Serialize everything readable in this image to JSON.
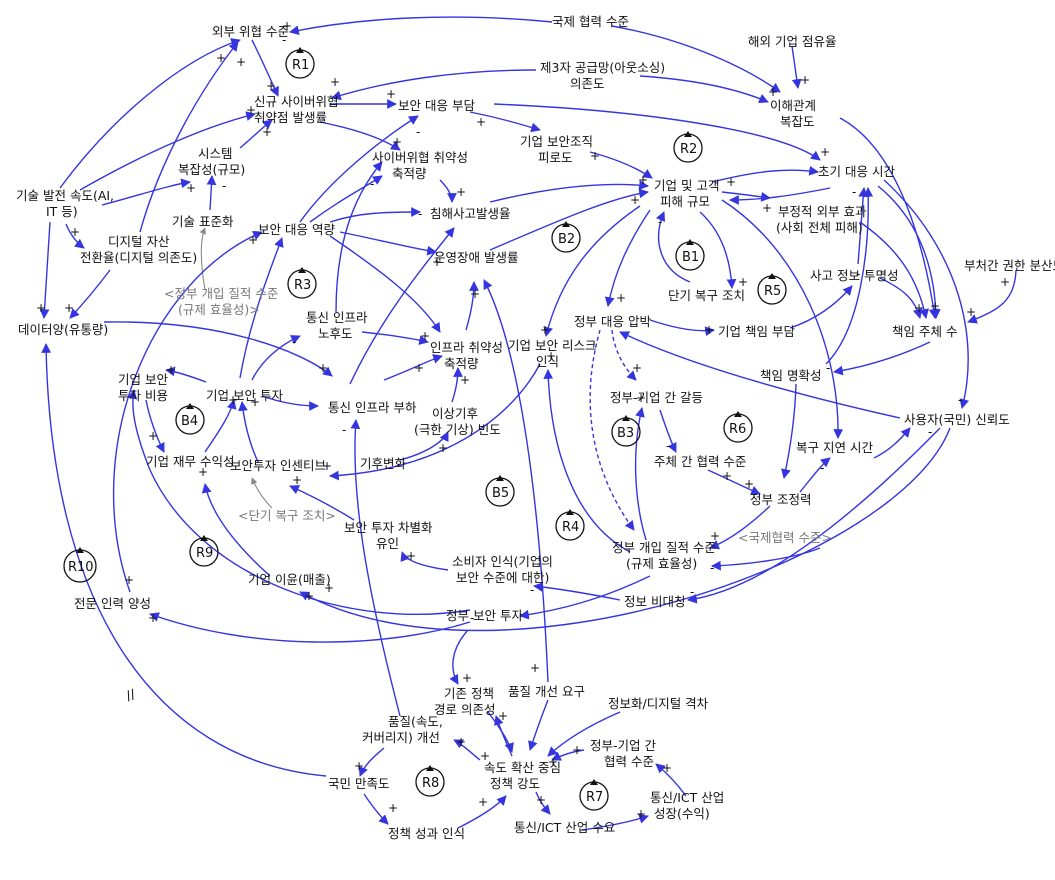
{
  "nodes": {
    "n1": "외부 위협 수준",
    "n2": "국제 협력 수준",
    "n3": "해외 기업 점유율",
    "n4": "제3자 공급망(아웃소싱)",
    "n4b": "의존도",
    "n5": "이해관계",
    "n5b": "복잡도",
    "n6": "신규 사이버위협",
    "n6b": "취약점 발생률",
    "n7": "보안 대응 부담",
    "n8": "기업 보안조직",
    "n8b": "피로도",
    "n9": "시스템",
    "n9b": "복잡성(규모)",
    "n10": "사이버위협 취약성",
    "n10b": "축적량",
    "n11": "초기 대응 시간",
    "n12": "기업 및 고객",
    "n12b": "피해 규모",
    "n13": "부정적 외부 효과",
    "n13b": "(사회 전체 피해)",
    "n14": "기술 발전 속도(AI,",
    "n14b": "IT 등)",
    "n15": "기술 표준화",
    "n16": "디지털 자산",
    "n16b": "전환율(디지털 의존도)",
    "n17": "보안 대응 역량",
    "n18": "침해사고발생율",
    "n19": "운영장애 발생률",
    "n20": "<정부 개입 질적 수준",
    "n20b": "(규제 효율성)>",
    "n21": "사고 정보 투명성",
    "n22": "부처간 권한 분산도",
    "n23": "데이터양(유통량)",
    "n24": "통신 인프라",
    "n24b": "노후도",
    "n25": "인프라 취약성",
    "n25b": "축적량",
    "n26": "기업 보안 리스크",
    "n26b": "인식",
    "n27": "정부 대응 압박",
    "n28": "단기 복구 조치",
    "n29": "기업 책임 부담",
    "n30": "책임 주체 수",
    "n31": "기업 보안",
    "n31b": "투자 비용",
    "n32": "기업 보안 투자",
    "n33": "통신 인프라 부하",
    "n34": "책임 명확성",
    "n35": "정부-기업 간 갈등",
    "n36": "이상기후",
    "n36b": "(극한 기상) 빈도",
    "n37": "기업 재무 수익성",
    "n38": "보안투자 인센티브",
    "n39": "사용자(국민) 신뢰도",
    "n40": "복구 지연 시간",
    "n41": "주체 간 협력 수준",
    "n42": "기후변화",
    "n43": "정부 조정력",
    "n44": "<단기 복구 조치>",
    "n45": "보안 투자 차별화",
    "n45b": "유인",
    "n46": "<국제협력 수준>",
    "n47": "정부 개입 질적 수준",
    "n47b": "(규제 효율성)",
    "n48": "소비자 인식(기업의",
    "n48b": "보안 수준에 대한)",
    "n49": "기업 이윤(매출)",
    "n50": "정보 비대칭",
    "n51": "전문 인력 양성",
    "n52": "정부 보안 투자",
    "n53": "기존 정책",
    "n53b": "경로 의존성",
    "n54": "품질 개선 요구",
    "n55": "정보화/디지털 격차",
    "n56": "품질(속도,",
    "n56b": "커버리지) 개선",
    "n57": "정부-기업 간",
    "n57b": "협력 수준",
    "n58": "국민 만족도",
    "n59": "속도 확산 중심",
    "n59b": "정책 강도",
    "n60": "통신/ICT 산업",
    "n60b": "성장(수익)",
    "n61": "통신/ICT 산업 수요",
    "n62": "정책 성과 인식"
  },
  "loops": {
    "R1": "R1",
    "R2": "R2",
    "B1": "B1",
    "B2": "B2",
    "R3": "R3",
    "R5": "R5",
    "B4": "B4",
    "B3": "B3",
    "R6": "R6",
    "B5": "B5",
    "R4": "R4",
    "R9": "R9",
    "R10": "R10",
    "R8": "R8",
    "R7": "R7"
  },
  "polarity": {
    "plus": "+",
    "minus": "-"
  },
  "delay_mark": "//",
  "colors": {
    "edge": "#3535e0",
    "text": "#111111",
    "grey_text": "#777777"
  }
}
